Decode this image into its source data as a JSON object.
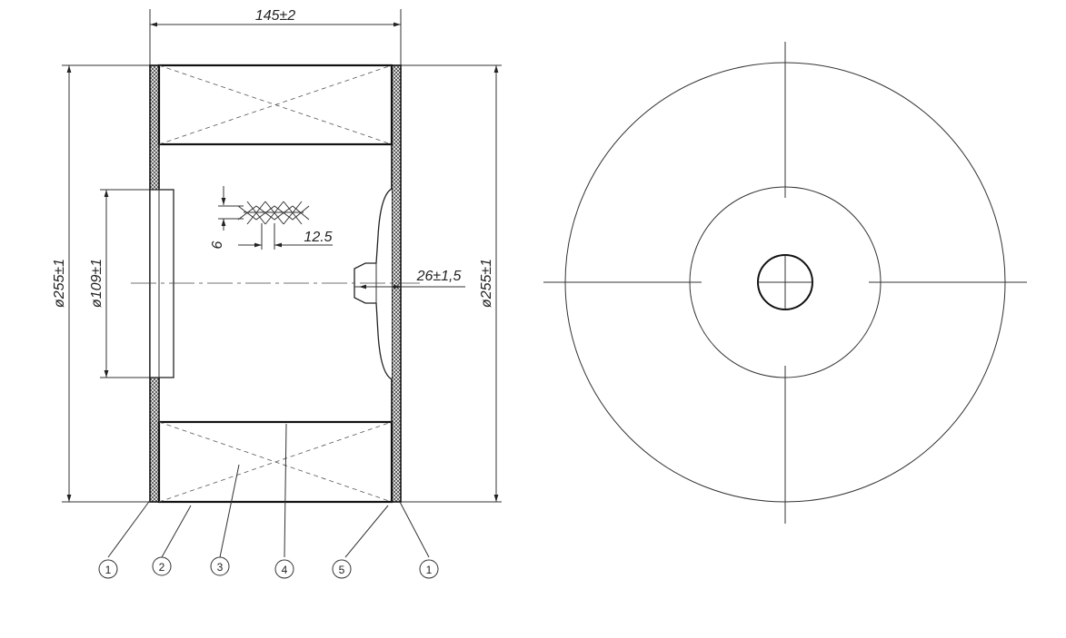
{
  "dimensions": {
    "width_top": "145±2",
    "dia_left": "ø255±1",
    "dia_right": "ø255±1",
    "dia_inner": "ø109±1",
    "offset": "26±1,5",
    "pleat_pitch": "12.5",
    "pleat_height": "6"
  },
  "callouts": [
    "1",
    "2",
    "3",
    "4",
    "5",
    "1"
  ]
}
